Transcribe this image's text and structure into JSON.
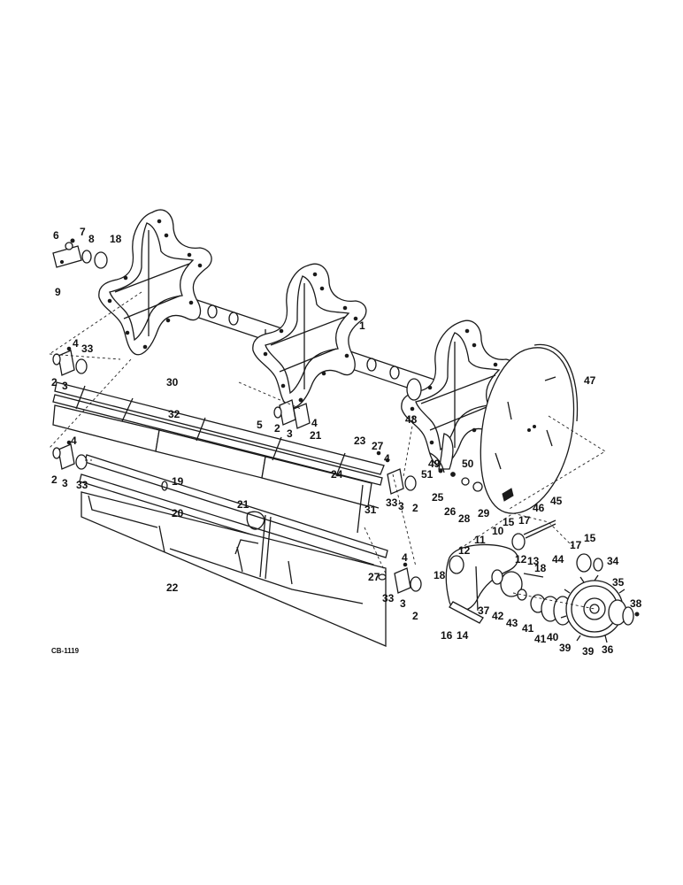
{
  "figure_code": "CB-1119",
  "callouts": [
    "1",
    "2",
    "3",
    "4",
    "5",
    "6",
    "7",
    "8",
    "9",
    "10",
    "11",
    "12",
    "13",
    "14",
    "15",
    "16",
    "17",
    "18",
    "19",
    "20",
    "21",
    "22",
    "23",
    "24",
    "25",
    "26",
    "27",
    "28",
    "29",
    "30",
    "31",
    "32",
    "33",
    "34",
    "35",
    "36",
    "37",
    "38",
    "39",
    "40",
    "41",
    "42",
    "43",
    "44",
    "45",
    "46",
    "47",
    "48",
    "49",
    "50",
    "51"
  ]
}
